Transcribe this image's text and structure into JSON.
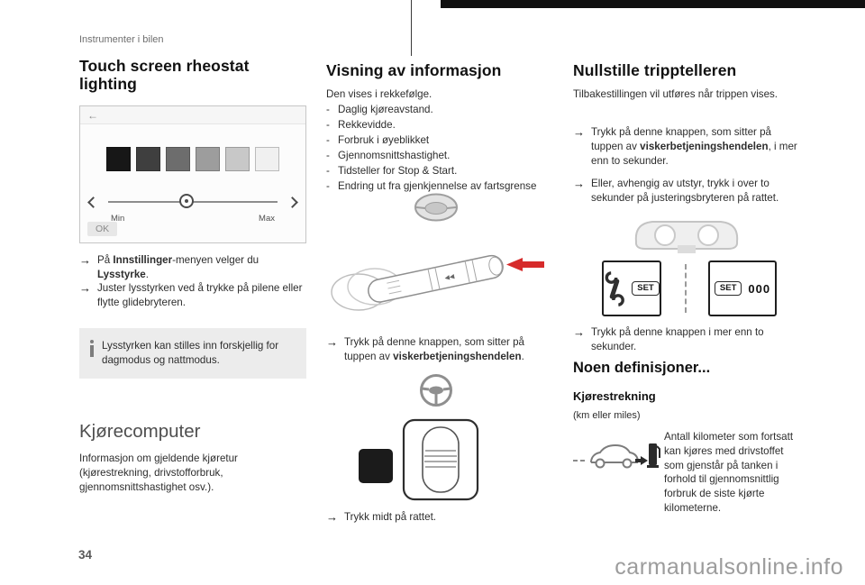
{
  "page": {
    "chapter_label": "Instrumenter i bilen",
    "page_number": "34",
    "watermark": "carmanualsonline.info"
  },
  "icons": {
    "bullet_arrow": "→",
    "back_arrow": "←",
    "dash": "-",
    "stalk_marks": "◀◀"
  },
  "colors": {
    "callout_red": "#d62b2b",
    "note_background": "#ececec"
  },
  "rheostat": {
    "heading": "Touch screen rheostat lighting",
    "screen": {
      "shades": [
        "#171717",
        "#3f3f3f",
        "#6d6d6d",
        "#9d9d9d",
        "#c8c8c8",
        "#f0f0f0"
      ],
      "min_label": "Min",
      "max_label": "Max",
      "ok_label": "OK"
    },
    "step1": {
      "t1": "På ",
      "b1": "Innstillinger",
      "t2": "-menyen velger du ",
      "b2": "Lysstyrke",
      "t3": "."
    },
    "step2": "Juster lysstyrken ved å trykke på pilene eller flytte glidebryteren.",
    "note": "Lysstyrken kan stilles inn forskjellig for dagmodus og nattmodus."
  },
  "trip_computer": {
    "heading": "Kjørecomputer",
    "body": "Informasjon om gjeldende kjøretur (kjørestrekning, drivstofforbruk, gjennomsnittshastighet osv.)."
  },
  "display_info": {
    "heading": "Visning av informasjon",
    "intro": "Den vises i rekkefølge.",
    "items": [
      "Daglig kjøreavstand.",
      "Rekkevidde.",
      "Forbruk i øyeblikket",
      "Gjennomsnittshastighet.",
      "Tidsteller for Stop & Start.",
      "Endring ut fra gjenkjennelse av fartsgrense"
    ],
    "step1": {
      "t1": "Trykk på denne knappen, som sitter på tuppen av ",
      "b1": "viskerbetjeningshendelen",
      "t2": "."
    },
    "step2": "Trykk midt på rattet."
  },
  "trip_reset": {
    "heading": "Nullstille tripptelleren",
    "intro": "Tilbakestillingen vil utføres når trippen vises.",
    "step1": {
      "t1": "Trykk på denne knappen, som sitter på tuppen av ",
      "b1": "viskerbetjeningshendelen",
      "t2": ", i mer enn to sekunder."
    },
    "step2": "Eller, avhengig av utstyr, trykk i over to sekunder på justeringsbryteren på rattet.",
    "left_set_label": "SET",
    "right_set_label": "SET",
    "right_value": "000",
    "step3": "Trykk på denne knappen i mer enn to sekunder."
  },
  "definitions": {
    "heading": "Noen definisjoner...",
    "sub_heading": "Kjørestrekning",
    "unit_note": "(km eller miles)",
    "body": "Antall kilometer som fortsatt kan kjøres med drivstoffet som gjenstår på tanken i forhold til gjennomsnittlig forbruk de siste kjørte kilometerne."
  }
}
